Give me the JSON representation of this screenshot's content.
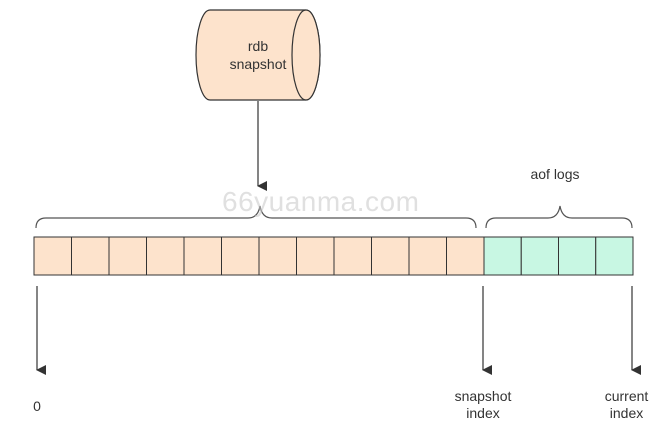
{
  "colors": {
    "snapshot_cell": "#fde3cc",
    "aof_cell": "#c8f7e3",
    "cylinder": "#fde3cc",
    "stroke": "#333333",
    "text": "#333333"
  },
  "cylinder": {
    "line1": "rdb",
    "line2": "snapshot"
  },
  "aof_label": "aof logs",
  "snapshot_cells": 12,
  "aof_cells": 4,
  "markers": {
    "start": "0",
    "snapshot_line1": "snapshot",
    "snapshot_line2": "index",
    "current_line1": "current",
    "current_line2": "index"
  },
  "watermark": "66yuanma.com"
}
